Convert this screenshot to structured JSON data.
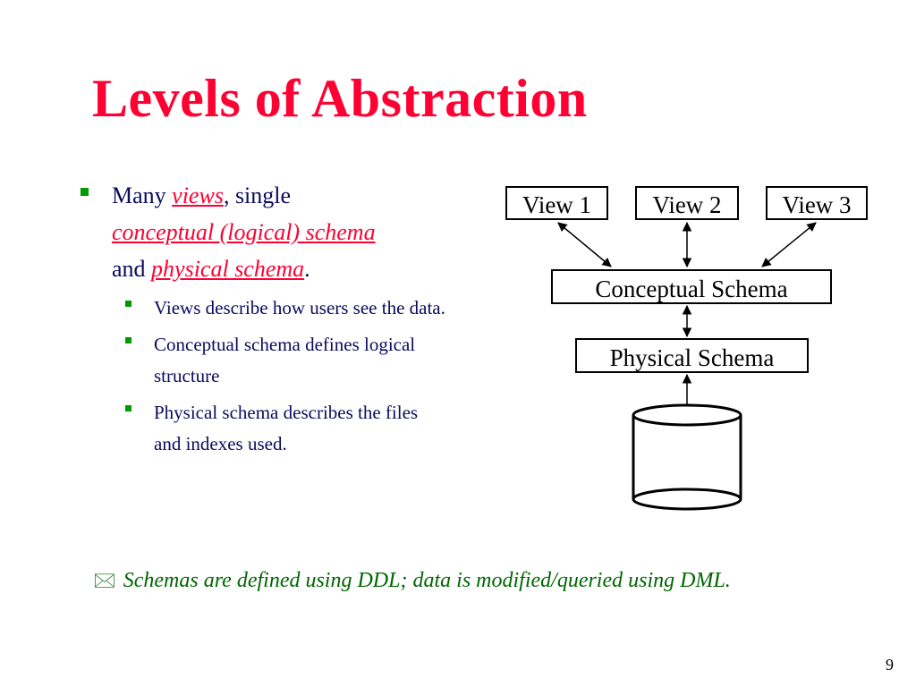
{
  "slide": {
    "title": "Levels of Abstraction",
    "page_number": "9"
  },
  "bullet": {
    "prefix": "Many ",
    "term_views": "views",
    "mid": ", single",
    "term_conceptual": "conceptual (logical) schema",
    "and_text": "and ",
    "term_physical": "physical schema",
    "suffix": ".",
    "sub_bullets": [
      "Views describe how users see the data.",
      "Conceptual schema defines logical structure",
      "Physical schema describes the files and indexes used."
    ]
  },
  "diagram": {
    "views": [
      "View 1",
      "View 2",
      "View 3"
    ],
    "conceptual": "Conceptual Schema",
    "physical": "Physical Schema",
    "storage_icon": "cylinder-disk-icon"
  },
  "note": {
    "icon": "envelope-icon",
    "icon_glyph": "🖂",
    "text": "Schemas are defined using DDL; data is modified/queried using DML."
  },
  "colors": {
    "title": "#ff0033",
    "body_text": "#0b0b5e",
    "bullet": "#009900",
    "note": "#006600"
  }
}
